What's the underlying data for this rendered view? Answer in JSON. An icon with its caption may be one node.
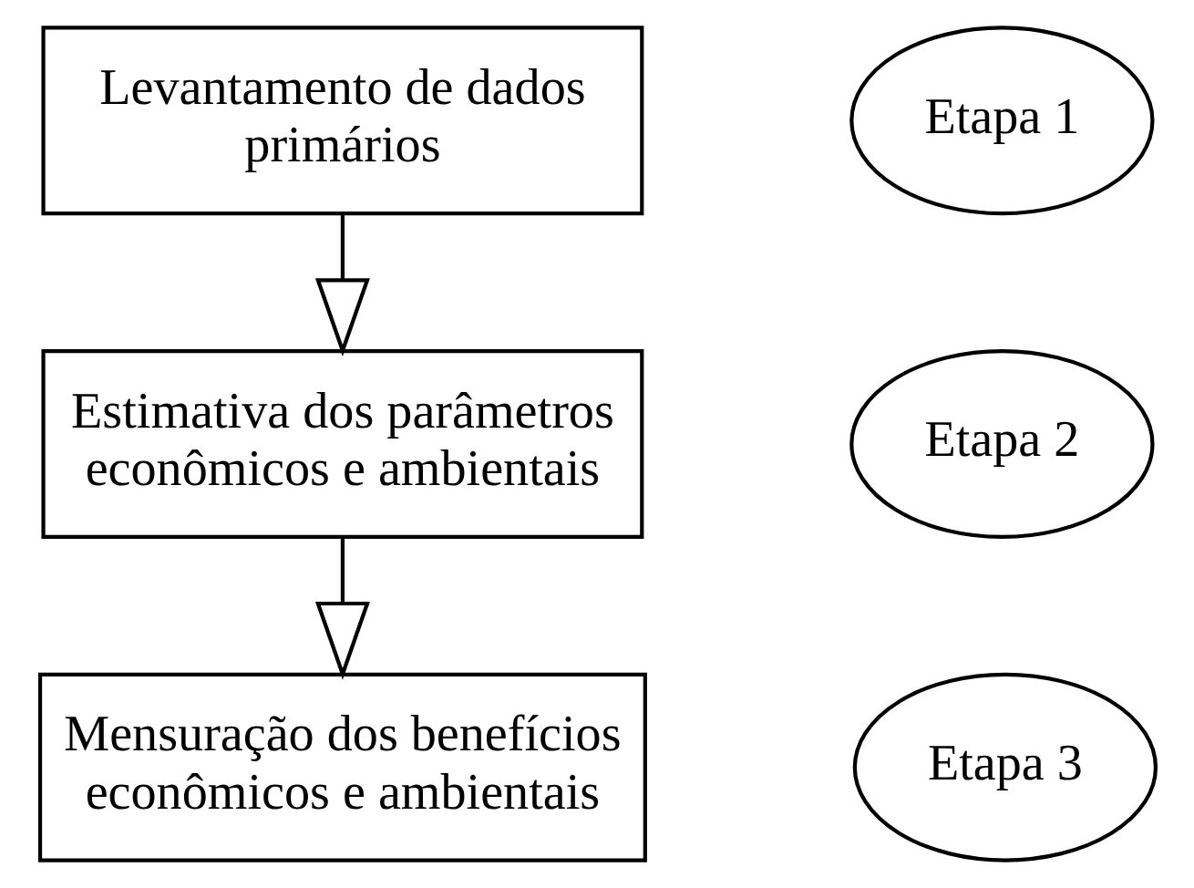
{
  "diagram": {
    "nodes": [
      {
        "text": [
          "Levantamento de dados primários"
        ]
      },
      {
        "text": [
          "Etapa 1"
        ]
      },
      {
        "text": [
          "Estimativa dos parâmetros econômicos e ambientais"
        ]
      },
      {
        "text": [
          "Etapa 2"
        ]
      },
      {
        "text": [
          "Mensuração dos benefícios econômicos e ambientais"
        ]
      },
      {
        "text": [
          "Etapa 3"
        ]
      }
    ],
    "edges": [
      {
        "from": 0,
        "to": 2,
        "arrow": "to"
      },
      {
        "from": 2,
        "to": 4,
        "arrow": "to"
      }
    ]
  }
}
